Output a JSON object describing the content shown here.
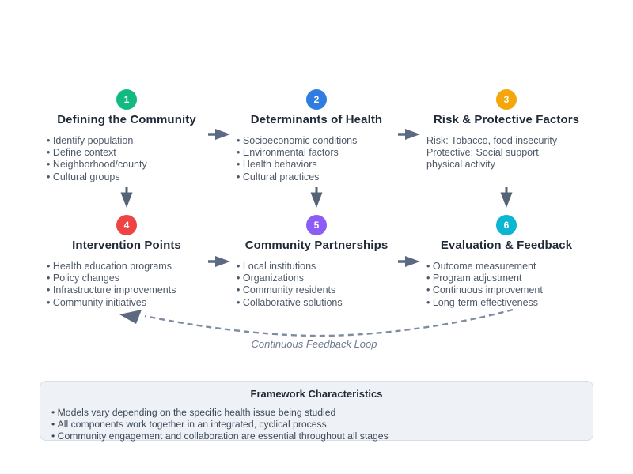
{
  "diagram": {
    "steps": [
      {
        "number": "1",
        "title": "Defining the Community",
        "color": "#12b981",
        "items": [
          "Identify population",
          "Define context",
          "Neighborhood/county",
          "Cultural groups"
        ]
      },
      {
        "number": "2",
        "title": "Determinants of Health",
        "color": "#2f7de1",
        "items": [
          "Socioeconomic conditions",
          "Environmental factors",
          "Health behaviors",
          "Cultural practices"
        ]
      },
      {
        "number": "3",
        "title": "Risk & Protective Factors",
        "color": "#f5a60a",
        "items": [
          "Risk: Tobacco, food insecurity",
          "Protective: Social support,",
          "physical activity"
        ]
      },
      {
        "number": "4",
        "title": "Intervention Points",
        "color": "#ef4444",
        "items": [
          "Health education programs",
          "Policy changes",
          "Infrastructure improvements",
          "Community initiatives"
        ]
      },
      {
        "number": "5",
        "title": "Community Partnerships",
        "color": "#8b5cf6",
        "items": [
          "Local institutions",
          "Organizations",
          "Community residents",
          "Collaborative solutions"
        ]
      },
      {
        "number": "6",
        "title": "Evaluation & Feedback",
        "color": "#0ab6d2",
        "items": [
          "Outcome measurement",
          "Program adjustment",
          "Continuous improvement",
          "Long-term effectiveness"
        ]
      }
    ],
    "feedback_loop_label": "Continuous Feedback Loop",
    "footer": {
      "title": "Framework Characteristics",
      "items": [
        "Models vary depending on the specific health issue being studied",
        "All components work together in an integrated, cyclical process",
        "Community engagement and collaboration are essential throughout all stages"
      ]
    },
    "colors": {
      "heading_text": "#1f2937",
      "body_text": "#4d5868",
      "arrow": "#5b6a80",
      "feedback_loop": "#7e8ca2",
      "footer_background": "#eef1f6",
      "footer_border": "#d9dee6"
    }
  }
}
